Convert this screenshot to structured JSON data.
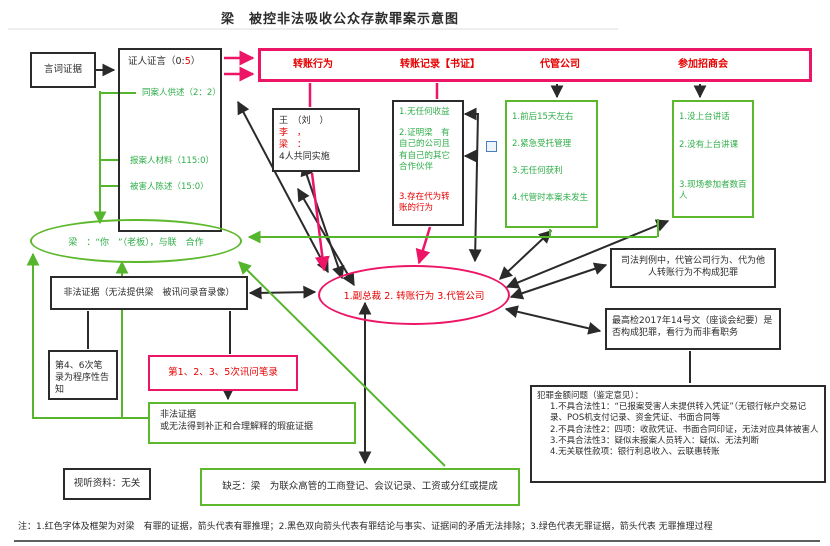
{
  "title": "梁　被控非法吸收公众存款罪案示意图",
  "note": "注：1.红色字体及框架为对梁　有罪的证据，箭头代表有罪推理；2.黑色双向箭头代表有罪结论与事实、证据间的矛盾无法排除；3.绿色代表无罪证据，箭头代表 无罪推理过程",
  "colors": {
    "guilty_red": "#e60000",
    "pink_frame": "#ec1566",
    "innocent_green": "#5cb82c",
    "green_text": "#2fae49",
    "black": "#2b2b2b",
    "checkbox_blue": "#4a7ebb"
  },
  "left": {
    "yanci": "言词证据",
    "witness": {
      "title": "证人证言（0:",
      "title_red": "5",
      "title_close": "）",
      "items": [
        {
          "label": "同案人供述",
          "count": "（2：2）"
        },
        {
          "label": "报案人材料",
          "count": "（115:0）"
        },
        {
          "label": "被害人陈述",
          "count": "（15:0）"
        }
      ]
    }
  },
  "topbar": {
    "labels": [
      "转账行为",
      "转账记录【书证】",
      "代管公司",
      "参加招商会"
    ]
  },
  "people_box": {
    "line1": "王　（刘　）",
    "line2": "李　，",
    "line3": "梁　：",
    "line4": "4人共同实施"
  },
  "record_box": {
    "item1": "1.无任何收益",
    "item2": "2.证明梁　有自己的公司且有自己的其它合作伙伴",
    "item3": "3.存在代为转账的行为"
  },
  "custody_box": {
    "item1": "1.前后15天左右",
    "item2": "2.紧急受托管理",
    "item3": "3.无任何获利",
    "item4": "4.代管时本案未发生"
  },
  "fair_box": {
    "item1": "1.没上台讲话",
    "item2": "2.没有上台讲课",
    "item3": "3.现场参加者数百人"
  },
  "green_ellipse": "梁　：“你　”（老板），与联　合作",
  "pink_ellipse": "1.副总裁 2. 转账行为  3.代管公司",
  "illegal_box": "非法证据（无法提供梁　被讯问录音录像）",
  "judicial_box": "司法判例中，代管公司行为、代为他人转账行为不构成犯罪",
  "sfa_box": "最高检2017年14号文（座谈会纪要）是否构成犯罪，看行为而非看职务",
  "procedural_box": "第4、6次笔录为程序性告知",
  "interrogation_box": "第1、2、3、5次讯问笔录",
  "flawed_box": {
    "line1": "非法证据",
    "line2": "或无法得到补正和合理解释的瑕疵证据"
  },
  "av_box": "视听资料：无关",
  "lack_box": "缺乏：梁　为联众高管的工商登记、会议记录、工资或分红或提成",
  "amount_box": {
    "title": "犯罪金额问题（鉴定意见）：",
    "item1": "1.不具合法性1：“已报案受害人未提供转入凭证”（无银行帐户交易记录、POS机支付记录、资金凭证、书面合同等",
    "item2": "2.不具合法性2：四项：收款凭证、书面合同印证，无法对应具体被害人",
    "item3": "3.不具合法性3：疑似未报案人员转入：疑似、无法判断",
    "item4": "4.无关联性款项：银行利息收入、云联惠转账"
  }
}
